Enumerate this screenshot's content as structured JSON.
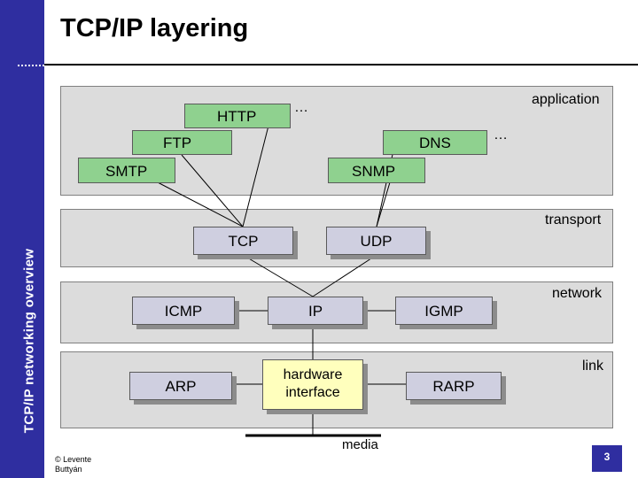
{
  "slide": {
    "title": "TCP/IP layering",
    "side_title": "TCP/IP networking overview",
    "copyright": "© Levente Buttyán",
    "page_number": "3"
  },
  "layers": {
    "application": "application",
    "transport": "transport",
    "network": "network",
    "link": "link"
  },
  "protocols": {
    "http": "HTTP",
    "ftp": "FTP",
    "smtp": "SMTP",
    "dns": "DNS",
    "snmp": "SNMP",
    "app_ellipsis_1": "…",
    "app_ellipsis_2": "…",
    "tcp": "TCP",
    "udp": "UDP",
    "icmp": "ICMP",
    "ip": "IP",
    "igmp": "IGMP",
    "arp": "ARP",
    "hardware_interface": "hardware interface",
    "rarp": "RARP"
  },
  "media_label": "media",
  "colors": {
    "sidebar": "#2f2ea0",
    "layer_bg": "#dcdcdc",
    "application_protocol": "#8fd18f",
    "lower_protocol": "#cfcfe0",
    "hardware_interface": "#ffffbd"
  }
}
